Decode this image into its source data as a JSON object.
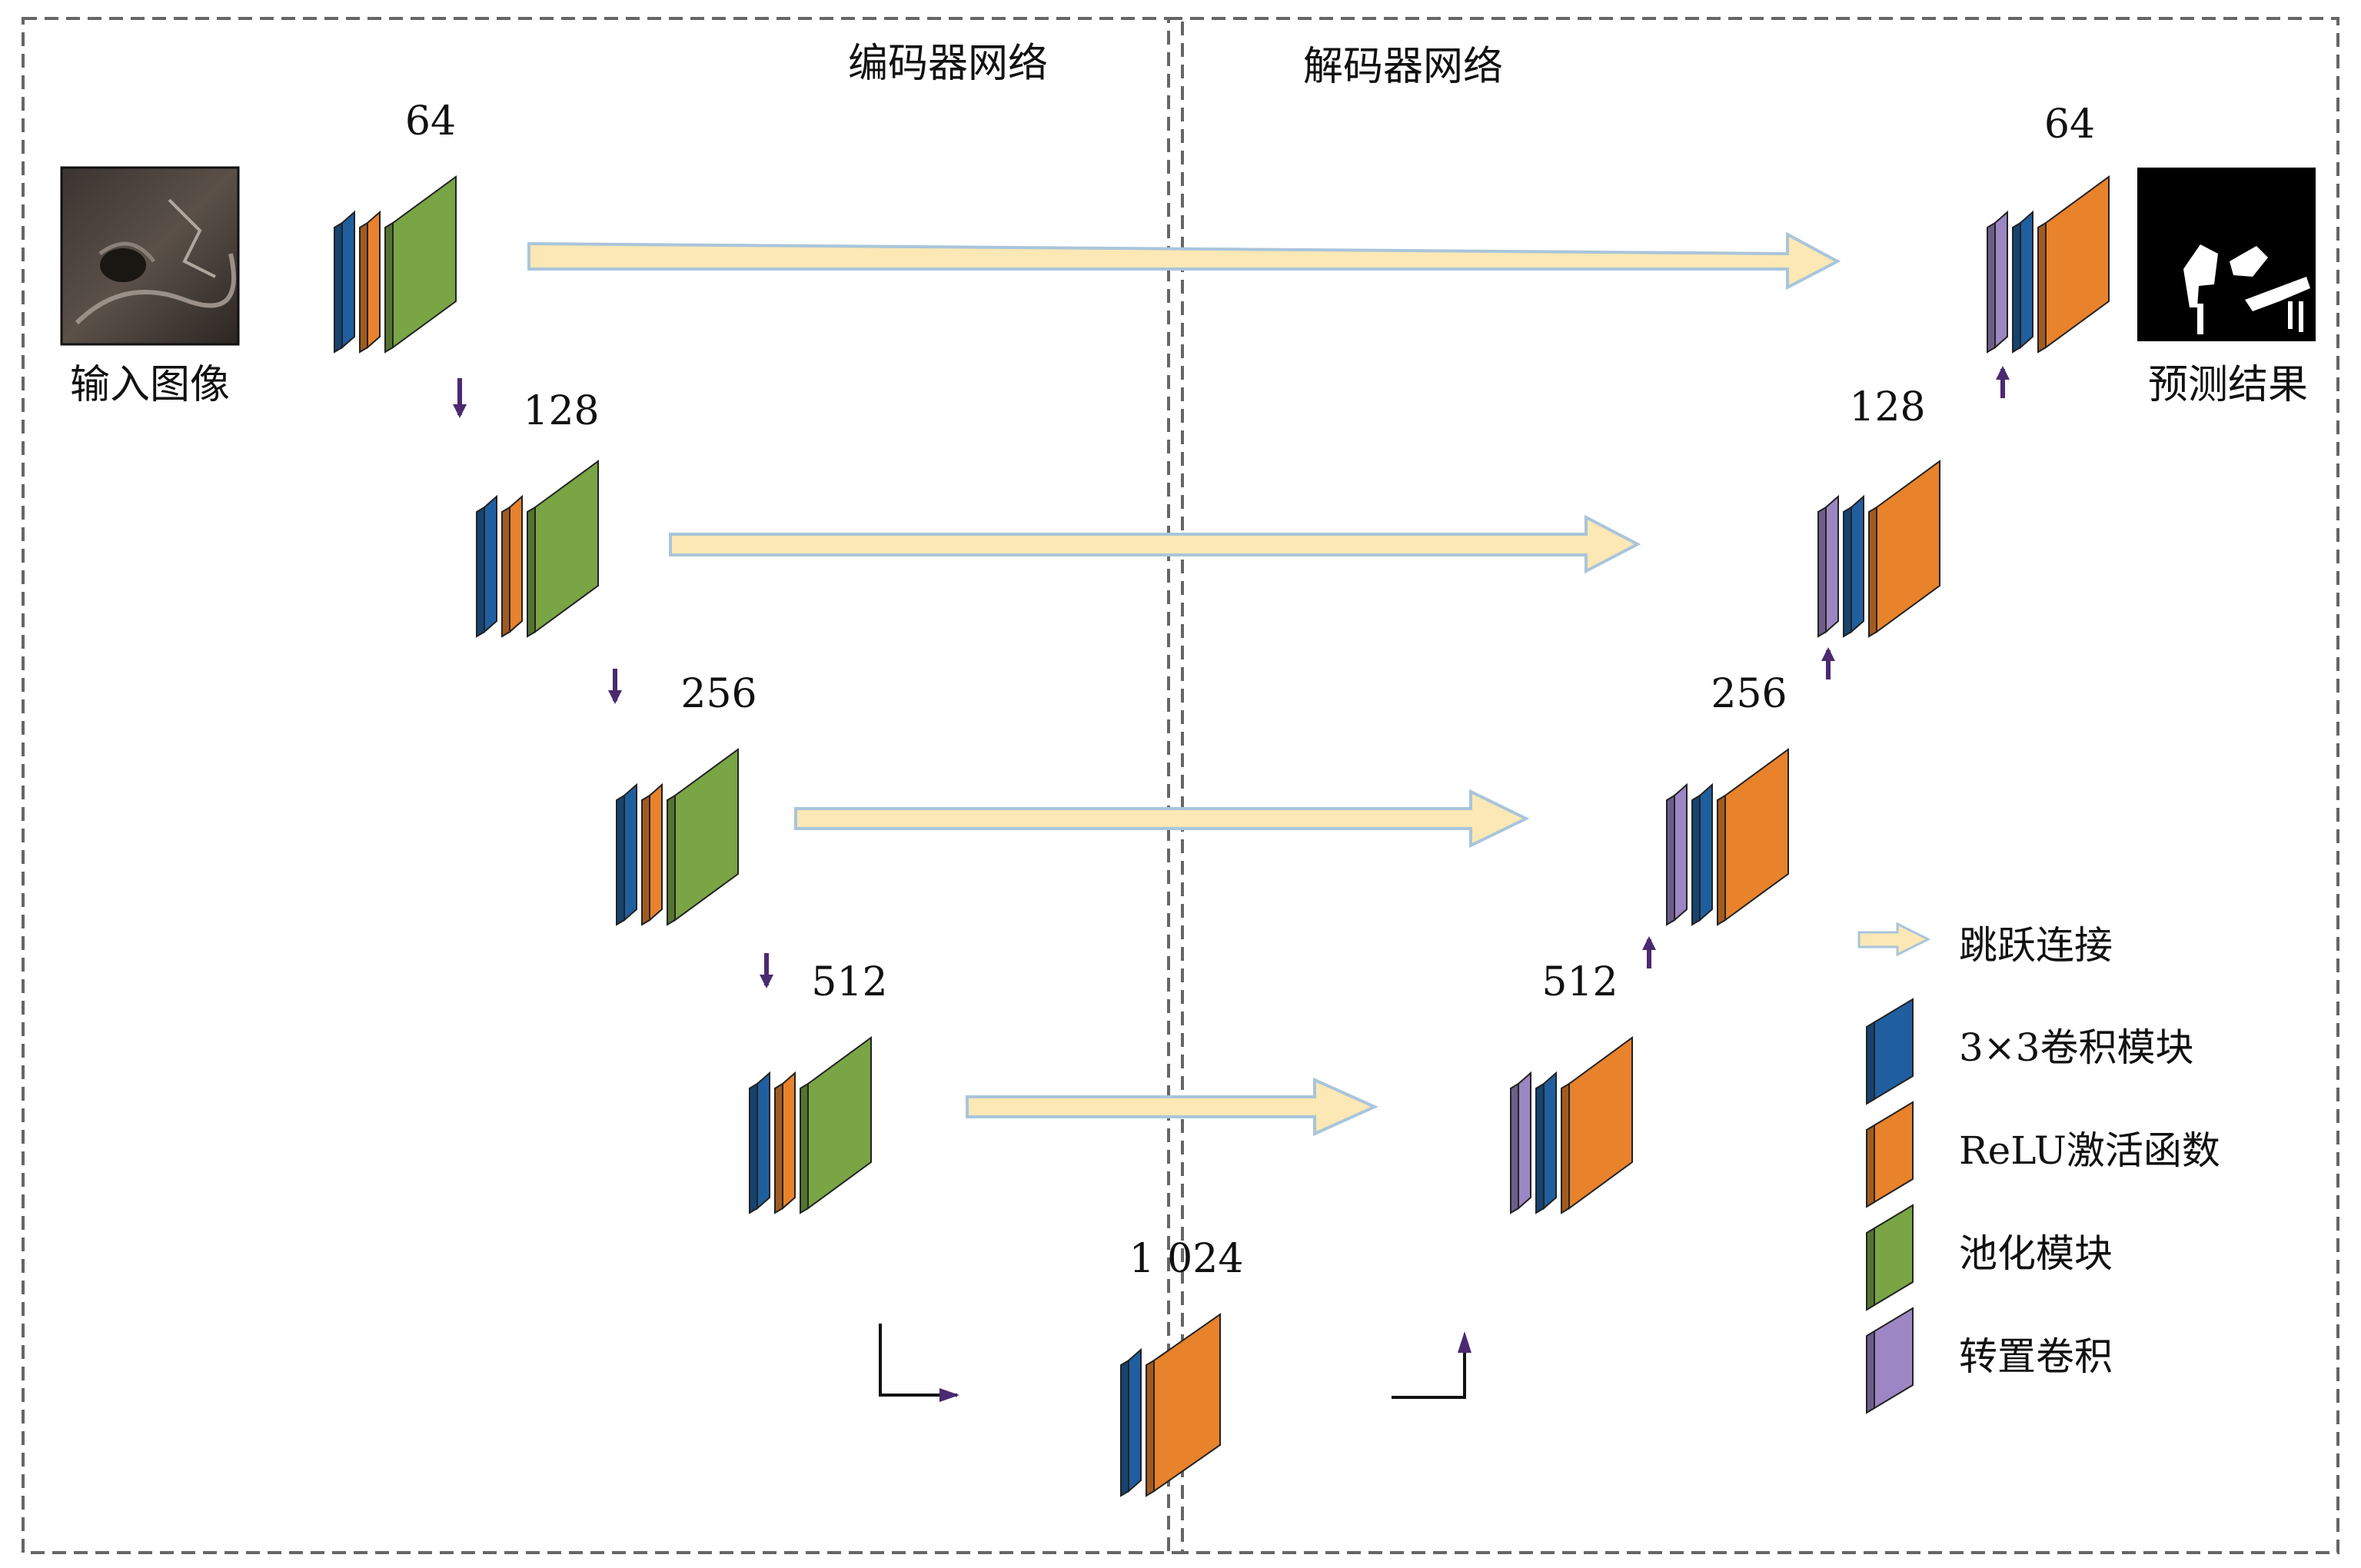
{
  "panels": {
    "encoder_title": "编码器网络",
    "decoder_title": "解码器网络"
  },
  "images": {
    "input_caption": "输入图像",
    "output_caption": "预测结果"
  },
  "encoder": {
    "levels": [
      {
        "channels": "64"
      },
      {
        "channels": "128"
      },
      {
        "channels": "256"
      },
      {
        "channels": "512"
      }
    ]
  },
  "bottleneck": {
    "channels": "1 024"
  },
  "decoder": {
    "levels": [
      {
        "channels": "512"
      },
      {
        "channels": "256"
      },
      {
        "channels": "128"
      },
      {
        "channels": "64"
      }
    ]
  },
  "legend": {
    "skip": "跳跃连接",
    "conv": "3×3卷积模块",
    "relu": "ReLU激活函数",
    "pool": "池化模块",
    "transpose": "转置卷积"
  },
  "colors": {
    "conv": "#1f5fa0",
    "relu": "#e8822b",
    "pool": "#79a545",
    "transpose": "#9c86c3",
    "skip_fill": "#fce8b5",
    "skip_stroke": "#a9c5db",
    "arrow": "#4b2a70",
    "border": "#666666"
  }
}
